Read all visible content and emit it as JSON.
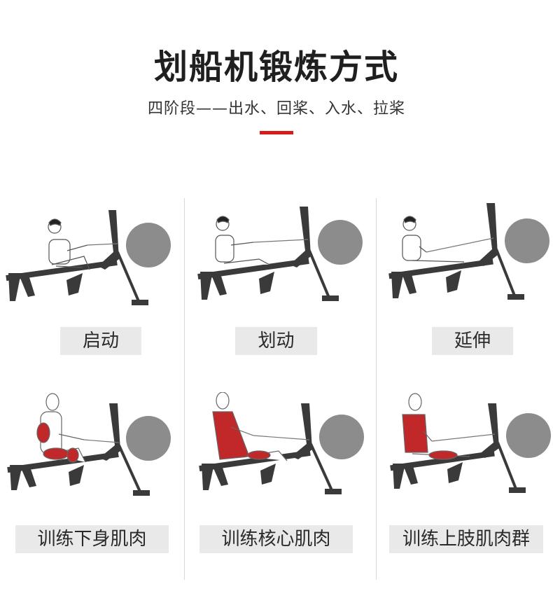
{
  "header": {
    "title": "划船机锻炼方式",
    "subtitle": "四阶段——出水、回桨、入水、拉桨",
    "accent_color": "#d71b1b"
  },
  "stages": [
    {
      "label": "启动",
      "pose": "catch"
    },
    {
      "label": "划动",
      "pose": "drive"
    },
    {
      "label": "延伸",
      "pose": "finish"
    }
  ],
  "muscles": [
    {
      "label": "训练下身肌肉",
      "highlight": "lower-body"
    },
    {
      "label": "训练核心肌肉",
      "highlight": "core"
    },
    {
      "label": "训练上肢肌肉群",
      "highlight": "upper-body"
    }
  ],
  "colors": {
    "machine": "#3a3a3a",
    "flywheel": "#8c8c8c",
    "muscle": "#c0282a"
  }
}
